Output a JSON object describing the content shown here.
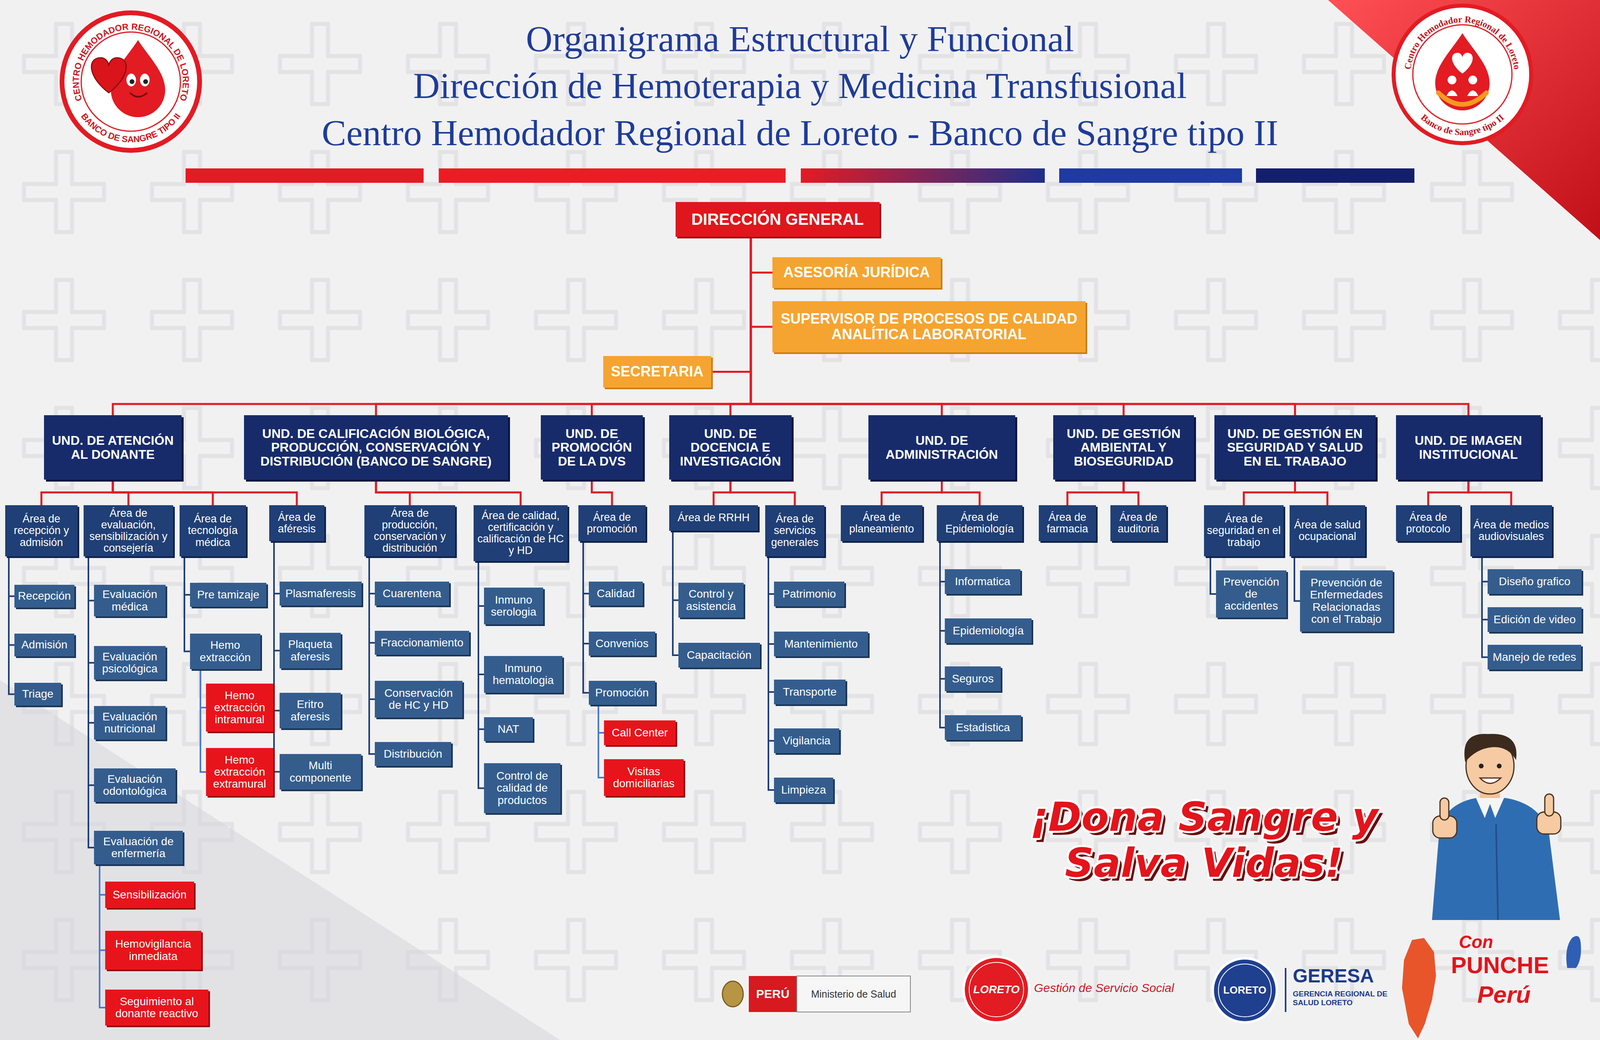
{
  "diagram": {
    "title": "Organigrama Estructural y Funcional",
    "nodes": [
      {
        "text": [
          "DIRECCIÓN GENERAL"
        ]
      },
      {
        "text": [
          "ASESORÍA JURÍDICA"
        ]
      },
      {
        "text": [
          "SUPERVISOR DE PROCESOS DE CALIDAD ANALÍTICA LABORATORIAL"
        ]
      },
      {
        "text": [
          "SECRETARIA"
        ]
      },
      {
        "text": [
          "UND. DE ATENCIÓN AL DONANTE"
        ]
      },
      {
        "text": [
          "UND. DE CALIFICACIÓN BIOLÓGICA, PRODUCCIÓN, CONSERVACIÓN Y DISTRIBUCIÓN (BANCO DE SANGRE)"
        ]
      },
      {
        "text": [
          "UND. DE PROMOCIÓN DE LA DVS"
        ]
      },
      {
        "text": [
          "UND. DE DOCENCIA E INVESTIGACIÓN"
        ]
      },
      {
        "text": [
          "UND. DE ADMINISTRACIÓN"
        ]
      },
      {
        "text": [
          "UND. DE GESTIÓN AMBIENTAL Y BIOSEGURIDAD"
        ]
      },
      {
        "text": [
          "UND. DE GESTIÓN EN SEGURIDAD Y SALUD EN EL TRABAJO"
        ]
      },
      {
        "text": [
          "UND. DE IMAGEN INSTITUCIONAL"
        ]
      },
      {
        "text": [
          "Área de recepción y admisión"
        ]
      },
      {
        "text": [
          "Recepción"
        ]
      },
      {
        "text": [
          "Admisión"
        ]
      },
      {
        "text": [
          "Triage"
        ]
      },
      {
        "text": [
          "Área de evaluación, sensibilización y consejería"
        ]
      },
      {
        "text": [
          "Evaluación médica"
        ]
      },
      {
        "text": [
          "Evaluación psicológica"
        ]
      },
      {
        "text": [
          "Evaluación nutricional"
        ]
      },
      {
        "text": [
          "Evaluación odontológica"
        ]
      },
      {
        "text": [
          "Evaluación de enfermería"
        ]
      },
      {
        "text": [
          "Sensibilización"
        ]
      },
      {
        "text": [
          "Hemovigilancia inmediata"
        ]
      },
      {
        "text": [
          "Seguimiento al donante reactivo"
        ]
      },
      {
        "text": [
          "Área de tecnología médica"
        ]
      },
      {
        "text": [
          "Pre tamizaje"
        ]
      },
      {
        "text": [
          "Hemo extracción"
        ]
      },
      {
        "text": [
          "Hemo extracción intramural"
        ]
      },
      {
        "text": [
          "Hemo extracción extramural"
        ]
      },
      {
        "text": [
          "Área de aféresis"
        ]
      },
      {
        "text": [
          "Plasmaferesis"
        ]
      },
      {
        "text": [
          "Plaqueta aferesis"
        ]
      },
      {
        "text": [
          "Eritro aferesis"
        ]
      },
      {
        "text": [
          "Multi componente"
        ]
      },
      {
        "text": [
          "Área de producción, conservación y distribución"
        ]
      },
      {
        "text": [
          "Cuarentena"
        ]
      },
      {
        "text": [
          "Fraccionamiento"
        ]
      },
      {
        "text": [
          "Conservación de HC y HD"
        ]
      },
      {
        "text": [
          "Distribución"
        ]
      },
      {
        "text": [
          "Área de calidad, certificación y calificación de HC y HD"
        ]
      },
      {
        "text": [
          "Inmuno serologia"
        ]
      },
      {
        "text": [
          "Inmuno hematologia"
        ]
      },
      {
        "text": [
          "NAT"
        ]
      },
      {
        "text": [
          "Control de calidad de productos"
        ]
      },
      {
        "text": [
          "Área de promoción"
        ]
      },
      {
        "text": [
          "Calidad"
        ]
      },
      {
        "text": [
          "Convenios"
        ]
      },
      {
        "text": [
          "Promoción"
        ]
      },
      {
        "text": [
          "Call Center"
        ]
      },
      {
        "text": [
          "Visitas domiciliarias"
        ]
      },
      {
        "text": [
          "Área de RRHH"
        ]
      },
      {
        "text": [
          "Control y asistencia"
        ]
      },
      {
        "text": [
          "Capacitación"
        ]
      },
      {
        "text": [
          "Área de servicios generales"
        ]
      },
      {
        "text": [
          "Patrimonio"
        ]
      },
      {
        "text": [
          "Mantenimiento"
        ]
      },
      {
        "text": [
          "Transporte"
        ]
      },
      {
        "text": [
          "Vigilancia"
        ]
      },
      {
        "text": [
          "Limpieza"
        ]
      },
      {
        "text": [
          "Área de planeamiento"
        ]
      },
      {
        "text": [
          "Área de Epidemiología"
        ]
      },
      {
        "text": [
          "Informatica"
        ]
      },
      {
        "text": [
          "Epidemiología"
        ]
      },
      {
        "text": [
          "Seguros"
        ]
      },
      {
        "text": [
          "Estadistica"
        ]
      },
      {
        "text": [
          "Área de farmacia"
        ]
      },
      {
        "text": [
          "Área de auditoria"
        ]
      },
      {
        "text": [
          "Área de seguridad en el trabajo"
        ]
      },
      {
        "text": [
          "Prevención de accidentes"
        ]
      },
      {
        "text": [
          "Área de salud ocupacional"
        ]
      },
      {
        "text": [
          "Prevención de Enfermedades Relacionadas con el Trabajo"
        ]
      },
      {
        "text": [
          "Área de protocolo"
        ]
      },
      {
        "text": [
          "Área de medios audiovisuales"
        ]
      },
      {
        "text": [
          "Diseño grafico"
        ]
      },
      {
        "text": [
          "Edición de video"
        ]
      },
      {
        "text": [
          "Manejo de redes"
        ]
      }
    ],
    "edges": [
      {
        "from": 0,
        "to": 1,
        "arrow": "none"
      },
      {
        "from": 0,
        "to": 2,
        "arrow": "none"
      },
      {
        "from": 0,
        "to": 3,
        "arrow": "none"
      },
      {
        "from": 0,
        "to": 4,
        "arrow": "none"
      },
      {
        "from": 0,
        "to": 5,
        "arrow": "none"
      },
      {
        "from": 0,
        "to": 6,
        "arrow": "none"
      },
      {
        "from": 0,
        "to": 7,
        "arrow": "none"
      },
      {
        "from": 0,
        "to": 8,
        "arrow": "none"
      },
      {
        "from": 0,
        "to": 9,
        "arrow": "none"
      },
      {
        "from": 0,
        "to": 10,
        "arrow": "none"
      },
      {
        "from": 0,
        "to": 11,
        "arrow": "none"
      },
      {
        "from": 4,
        "to": 12,
        "arrow": "none"
      },
      {
        "from": 4,
        "to": 16,
        "arrow": "none"
      },
      {
        "from": 4,
        "to": 25,
        "arrow": "none"
      },
      {
        "from": 4,
        "to": 30,
        "arrow": "none"
      },
      {
        "from": 5,
        "to": 35,
        "arrow": "none"
      },
      {
        "from": 5,
        "to": 40,
        "arrow": "none"
      },
      {
        "from": 6,
        "to": 45,
        "arrow": "none"
      },
      {
        "from": 7,
        "to": 51,
        "arrow": "none"
      },
      {
        "from": 7,
        "to": 54,
        "arrow": "none"
      },
      {
        "from": 8,
        "to": 60,
        "arrow": "none"
      },
      {
        "from": 8,
        "to": 61,
        "arrow": "none"
      },
      {
        "from": 9,
        "to": 66,
        "arrow": "none"
      },
      {
        "from": 9,
        "to": 67,
        "arrow": "none"
      },
      {
        "from": 10,
        "to": 68,
        "arrow": "none"
      },
      {
        "from": 10,
        "to": 70,
        "arrow": "none"
      },
      {
        "from": 11,
        "to": 72,
        "arrow": "none"
      },
      {
        "from": 11,
        "to": 73,
        "arrow": "none"
      },
      {
        "from": 12,
        "to": 13,
        "arrow": "none"
      },
      {
        "from": 12,
        "to": 14,
        "arrow": "none"
      },
      {
        "from": 12,
        "to": 15,
        "arrow": "none"
      },
      {
        "from": 16,
        "to": 17,
        "arrow": "none"
      },
      {
        "from": 16,
        "to": 18,
        "arrow": "none"
      },
      {
        "from": 16,
        "to": 19,
        "arrow": "none"
      },
      {
        "from": 16,
        "to": 20,
        "arrow": "none"
      },
      {
        "from": 16,
        "to": 21,
        "arrow": "none"
      },
      {
        "from": 21,
        "to": 22,
        "arrow": "none"
      },
      {
        "from": 21,
        "to": 23,
        "arrow": "none"
      },
      {
        "from": 21,
        "to": 24,
        "arrow": "none"
      },
      {
        "from": 25,
        "to": 26,
        "arrow": "none"
      },
      {
        "from": 25,
        "to": 27,
        "arrow": "none"
      },
      {
        "from": 27,
        "to": 28,
        "arrow": "none"
      },
      {
        "from": 27,
        "to": 29,
        "arrow": "none"
      },
      {
        "from": 30,
        "to": 31,
        "arrow": "none"
      },
      {
        "from": 30,
        "to": 32,
        "arrow": "none"
      },
      {
        "from": 30,
        "to": 33,
        "arrow": "none"
      },
      {
        "from": 30,
        "to": 34,
        "arrow": "none"
      },
      {
        "from": 35,
        "to": 36,
        "arrow": "none"
      },
      {
        "from": 35,
        "to": 37,
        "arrow": "none"
      },
      {
        "from": 35,
        "to": 38,
        "arrow": "none"
      },
      {
        "from": 35,
        "to": 39,
        "arrow": "none"
      },
      {
        "from": 40,
        "to": 41,
        "arrow": "none"
      },
      {
        "from": 40,
        "to": 42,
        "arrow": "none"
      },
      {
        "from": 40,
        "to": 43,
        "arrow": "none"
      },
      {
        "from": 40,
        "to": 44,
        "arrow": "none"
      },
      {
        "from": 45,
        "to": 46,
        "arrow": "none"
      },
      {
        "from": 45,
        "to": 47,
        "arrow": "none"
      },
      {
        "from": 45,
        "to": 48,
        "arrow": "none"
      },
      {
        "from": 48,
        "to": 49,
        "arrow": "none"
      },
      {
        "from": 48,
        "to": 50,
        "arrow": "none"
      },
      {
        "from": 51,
        "to": 52,
        "arrow": "none"
      },
      {
        "from": 51,
        "to": 53,
        "arrow": "none"
      },
      {
        "from": 54,
        "to": 55,
        "arrow": "none"
      },
      {
        "from": 54,
        "to": 56,
        "arrow": "none"
      },
      {
        "from": 54,
        "to": 57,
        "arrow": "none"
      },
      {
        "from": 54,
        "to": 58,
        "arrow": "none"
      },
      {
        "from": 54,
        "to": 59,
        "arrow": "none"
      },
      {
        "from": 61,
        "to": 62,
        "arrow": "none"
      },
      {
        "from": 61,
        "to": 63,
        "arrow": "none"
      },
      {
        "from": 61,
        "to": 64,
        "arrow": "none"
      },
      {
        "from": 61,
        "to": 65,
        "arrow": "none"
      },
      {
        "from": 68,
        "to": 69,
        "arrow": "none"
      },
      {
        "from": 70,
        "to": 71,
        "arrow": "none"
      },
      {
        "from": 73,
        "to": 74,
        "arrow": "none"
      },
      {
        "from": 73,
        "to": 75,
        "arrow": "none"
      },
      {
        "from": 73,
        "to": 76,
        "arrow": "none"
      }
    ],
    "labels": [
      "Dirección de Hemoterapia y Medicina Transfusional",
      "Centro Hemodador Regional de Loreto - Banco de Sangre tipo II",
      "CENTRO HEMODADOR REGIONAL DE LORETO",
      "BANCO DE SANGRE TIPO II",
      "Centro Hemodador Regional de Loreto",
      "Banco de Sangre tipo II",
      "¡Dona Sangre y Salva Vidas!",
      "PERÚ",
      "Ministerio de Salud",
      "LORETO",
      "Gestión de Servicio Social",
      "LORETO",
      "GERESA",
      "GERENCIA REGIONAL DE SALUD LORETO",
      "Con",
      "PUNCHE",
      "Perú"
    ]
  }
}
